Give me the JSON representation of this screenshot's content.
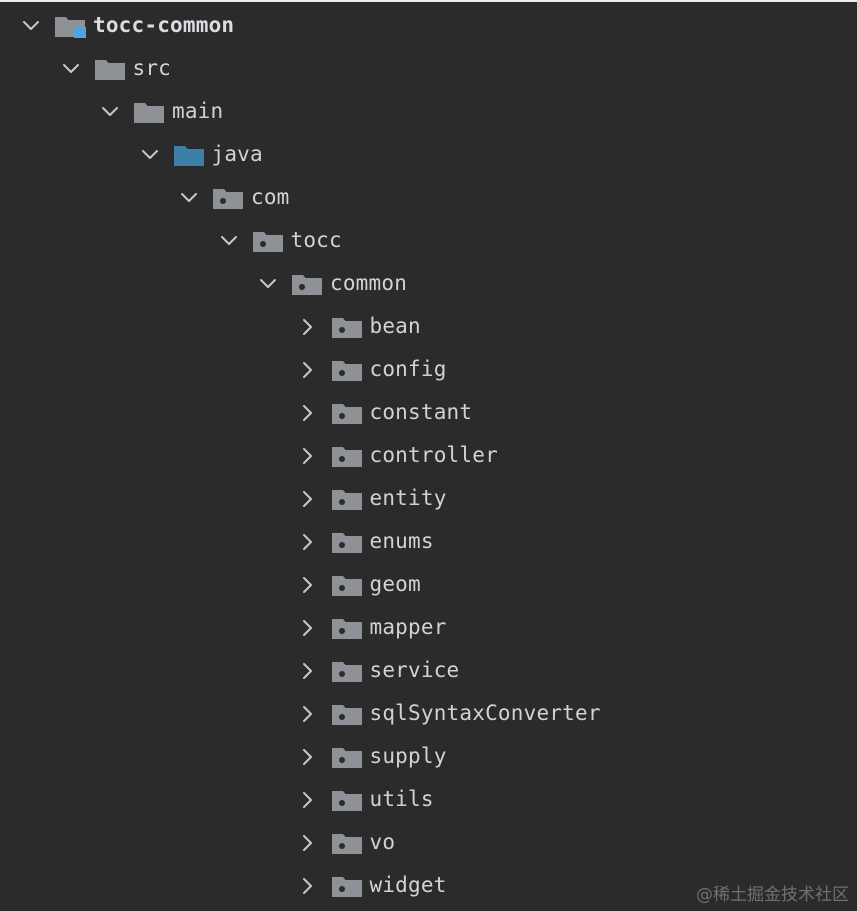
{
  "colors": {
    "background": "#2b2b2b",
    "text": "#cfd3d8",
    "folder": "#8e9297",
    "source_folder": "#3d7fa8",
    "module_badge": "#4aa8e0",
    "package_dot": "#2b2b2b"
  },
  "tree": [
    {
      "label": "tocc-common",
      "depth": 0,
      "expanded": true,
      "icon": "module-folder-icon",
      "bold": true
    },
    {
      "label": "src",
      "depth": 1,
      "expanded": true,
      "icon": "folder-icon"
    },
    {
      "label": "main",
      "depth": 2,
      "expanded": true,
      "icon": "folder-icon"
    },
    {
      "label": "java",
      "depth": 3,
      "expanded": true,
      "icon": "source-root-folder-icon"
    },
    {
      "label": "com",
      "depth": 4,
      "expanded": true,
      "icon": "package-folder-icon"
    },
    {
      "label": "tocc",
      "depth": 5,
      "expanded": true,
      "icon": "package-folder-icon"
    },
    {
      "label": "common",
      "depth": 6,
      "expanded": true,
      "icon": "package-folder-icon"
    },
    {
      "label": "bean",
      "depth": 7,
      "expanded": false,
      "icon": "package-folder-icon"
    },
    {
      "label": "config",
      "depth": 7,
      "expanded": false,
      "icon": "package-folder-icon"
    },
    {
      "label": "constant",
      "depth": 7,
      "expanded": false,
      "icon": "package-folder-icon"
    },
    {
      "label": "controller",
      "depth": 7,
      "expanded": false,
      "icon": "package-folder-icon"
    },
    {
      "label": "entity",
      "depth": 7,
      "expanded": false,
      "icon": "package-folder-icon"
    },
    {
      "label": "enums",
      "depth": 7,
      "expanded": false,
      "icon": "package-folder-icon"
    },
    {
      "label": "geom",
      "depth": 7,
      "expanded": false,
      "icon": "package-folder-icon"
    },
    {
      "label": "mapper",
      "depth": 7,
      "expanded": false,
      "icon": "package-folder-icon"
    },
    {
      "label": "service",
      "depth": 7,
      "expanded": false,
      "icon": "package-folder-icon"
    },
    {
      "label": "sqlSyntaxConverter",
      "depth": 7,
      "expanded": false,
      "icon": "package-folder-icon"
    },
    {
      "label": "supply",
      "depth": 7,
      "expanded": false,
      "icon": "package-folder-icon"
    },
    {
      "label": "utils",
      "depth": 7,
      "expanded": false,
      "icon": "package-folder-icon"
    },
    {
      "label": "vo",
      "depth": 7,
      "expanded": false,
      "icon": "package-folder-icon"
    },
    {
      "label": "widget",
      "depth": 7,
      "expanded": false,
      "icon": "package-folder-icon"
    }
  ],
  "watermark": "@稀土掘金技术社区"
}
